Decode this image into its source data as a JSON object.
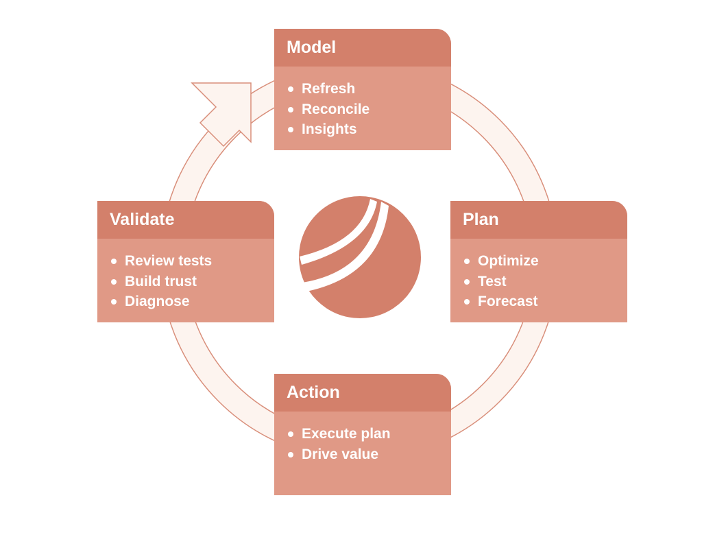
{
  "colors": {
    "header": "#d3806b",
    "body": "#e09986",
    "ring_fill": "#fdf4ef",
    "ring_stroke": "#d98f7b",
    "logo": "#d3806b"
  },
  "icons": {
    "center_logo": "sphere-logo-icon",
    "arrow": "cycle-arrowhead-icon"
  },
  "stages": {
    "model": {
      "title": "Model",
      "items": [
        "Refresh",
        "Reconcile",
        "Insights"
      ]
    },
    "plan": {
      "title": "Plan",
      "items": [
        "Optimize",
        "Test",
        "Forecast"
      ]
    },
    "action": {
      "title": "Action",
      "items": [
        "Execute plan",
        "Drive value"
      ]
    },
    "validate": {
      "title": "Validate",
      "items": [
        "Review tests",
        "Build trust",
        "Diagnose"
      ]
    }
  }
}
